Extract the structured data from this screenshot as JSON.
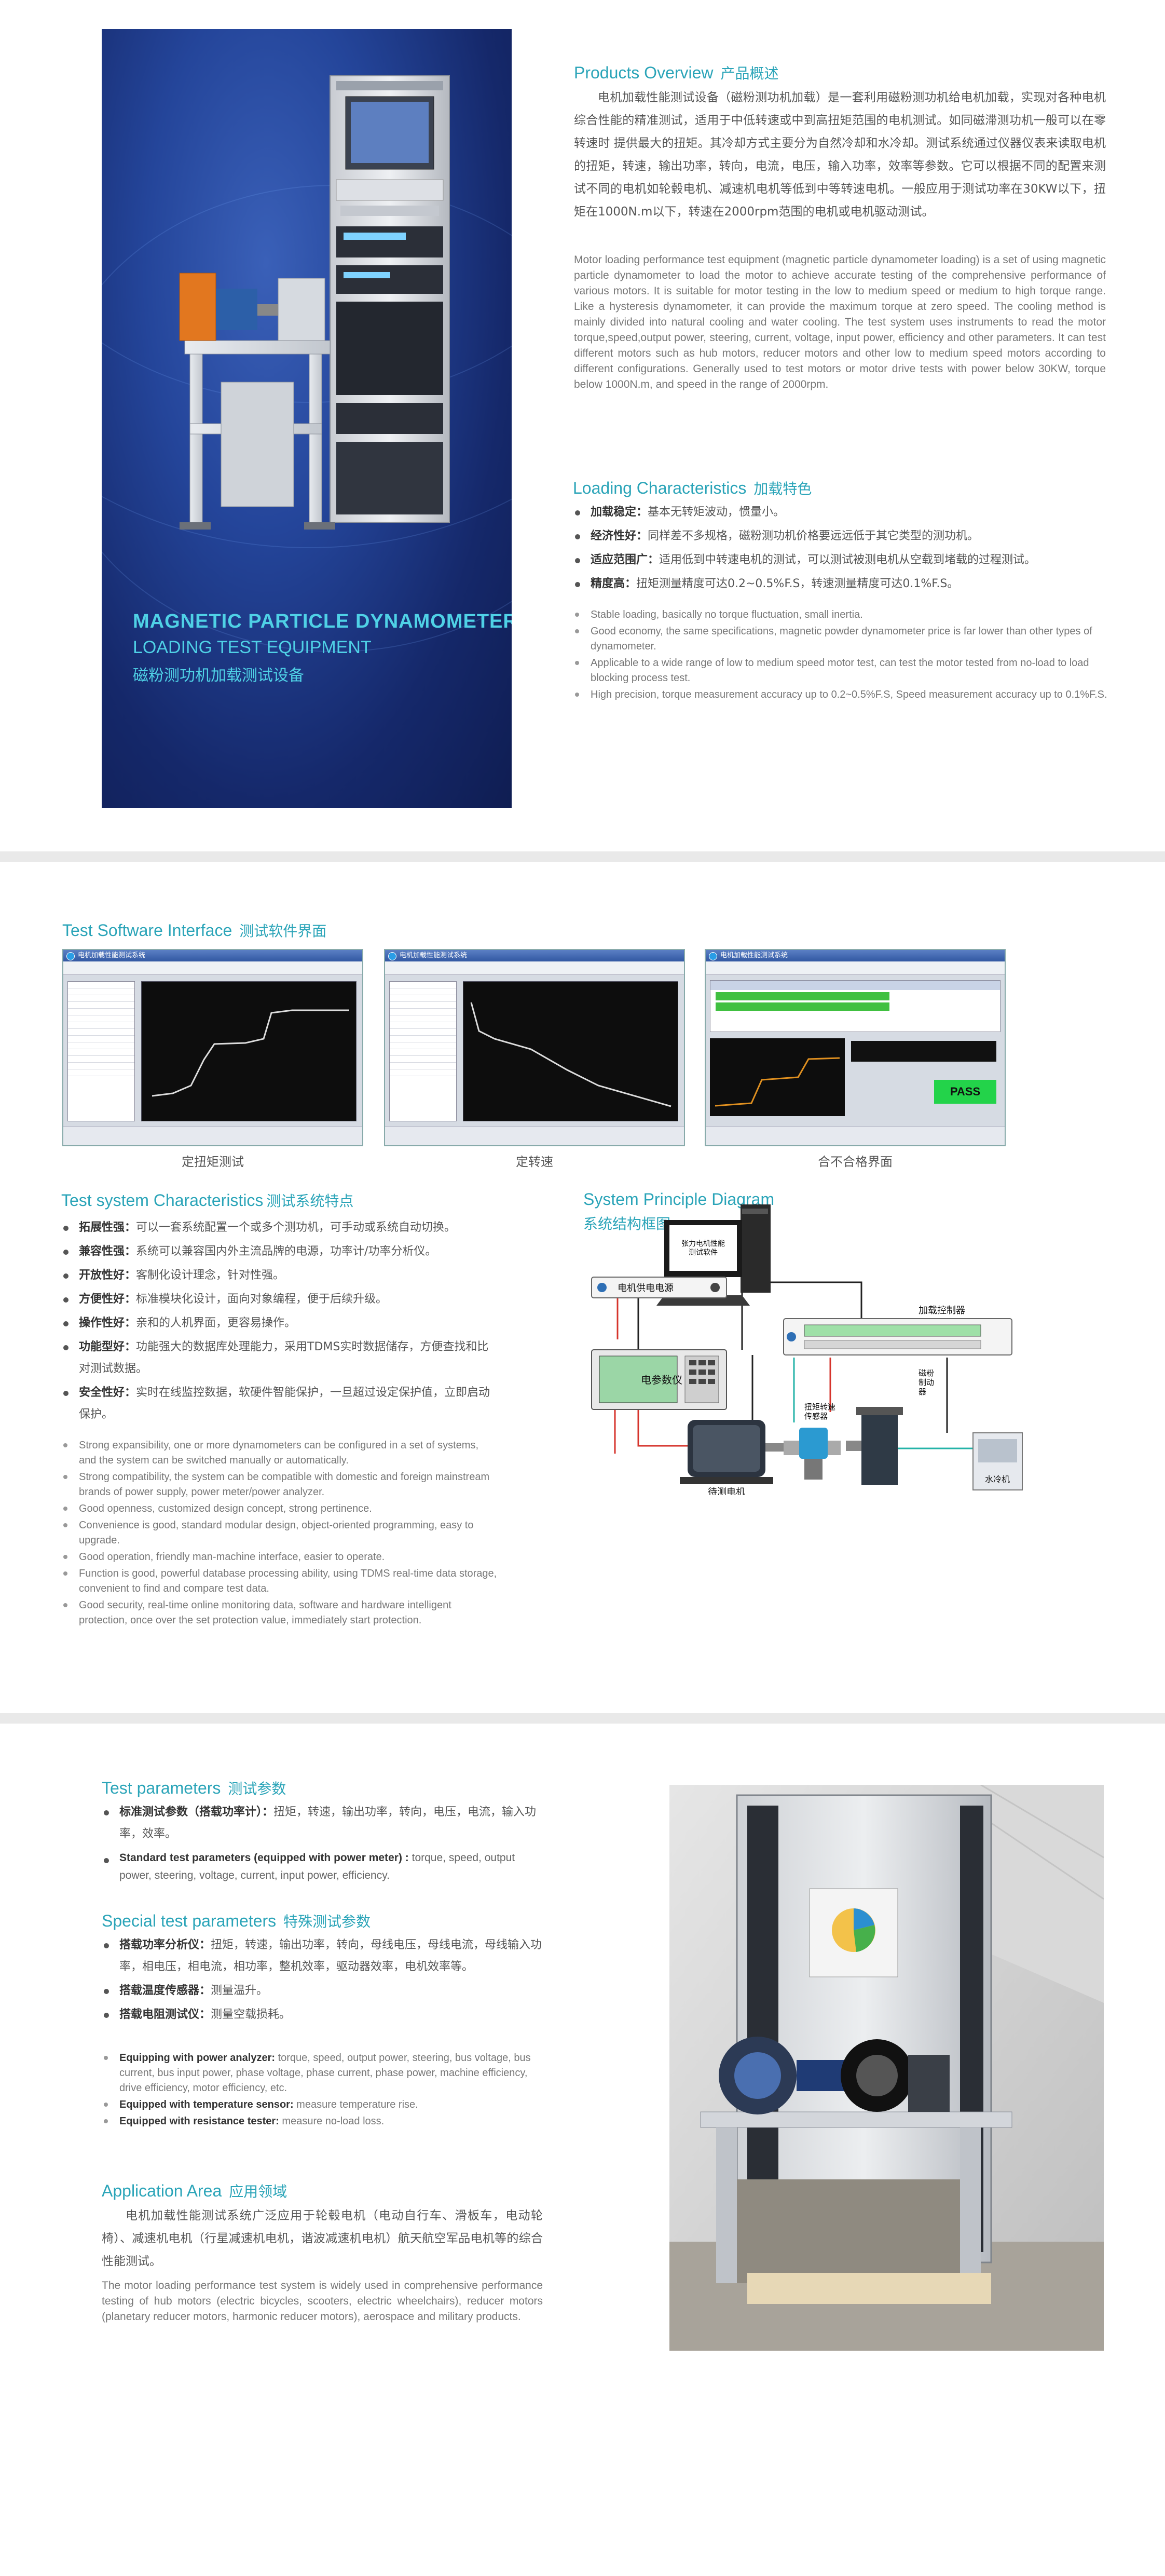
{
  "page1": {
    "hero": {
      "title": "MAGNETIC PARTICLE  DYNAMOMETER",
      "subtitle": "LOADING TEST EQUIPMENT",
      "title_cn": "磁粉测功机加载测试设备"
    },
    "overview": {
      "title_en": "Products Overview",
      "title_cn": "产品概述",
      "cn_text": "电机加载性能测试设备（磁粉测功机加载）是一套利用磁粉测功机给电机加载，实现对各种电机综合性能的精准测试，适用于中低转速或中到高扭矩范围的电机测试。如同磁滞测功机一般可以在零转速时 提供最大的扭矩。其冷却方式主要分为自然冷却和水冷却。测试系统通过仪器仪表来读取电机的扭矩，转速，输出功率，转向，电流，电压，输入功率，效率等参数。它可以根据不同的配置来测试不同的电机如轮毂电机、减速机电机等低到中等转速电机。一般应用于测试功率在30KW以下，扭矩在1000N.m以下，转速在2000rpm范围的电机或电机驱动测试。",
      "en_text": "Motor loading performance test equipment (magnetic particle dynamometer loading) is a set of using magnetic particle dynamometer to load the motor to achieve accurate testing of the comprehensive performance of various motors. It is suitable for motor testing in the low to medium speed or medium to high torque range. Like a hysteresis dynamometer, it can provide the maximum torque at zero speed. The cooling method is mainly divided into natural cooling and water cooling. The test system uses instruments to read the motor torque,speed,output power, steering, current, voltage, input power, efficiency and other parameters. It can test different motors such as hub motors, reducer motors and other low to medium speed motors according to different configurations. Generally used to test motors or motor drive tests with power below 30KW, torque below 1000N.m, and speed in the range of 2000rpm."
    },
    "loading": {
      "title_en": "Loading Characteristics",
      "title_cn": "加载特色",
      "cn_items": [
        {
          "term": "加载稳定：",
          "text": "基本无转矩波动，惯量小。"
        },
        {
          "term": "经济性好：",
          "text": "同样差不多规格，磁粉测功机价格要远远低于其它类型的测功机。"
        },
        {
          "term": "适应范围广：",
          "text": "适用低到中转速电机的测试，可以测试被测电机从空载到堵载的过程测试。"
        },
        {
          "term": "精度高：",
          "text": "扭矩测量精度可达0.2~0.5%F.S，转速测量精度可达0.1%F.S。"
        }
      ],
      "en_items": [
        "Stable loading, basically no torque fluctuation, small inertia.",
        "Good economy, the same specifications, magnetic powder dynamometer price is far lower than other types of dynamometer.",
        "Applicable to a wide range of low to medium speed motor test, can test the motor tested from no-load to load blocking process test.",
        "High precision, torque measurement accuracy up to 0.2~0.5%F.S, Speed measurement accuracy up to 0.1%F.S."
      ]
    }
  },
  "page2": {
    "software": {
      "title_en": "Test Software Interface",
      "title_cn": "测试软件界面",
      "window_title": "电机加载性能测试系统",
      "captions": [
        "定扭矩测试",
        "定转速",
        "合不合格界面"
      ],
      "pass_label": "PASS"
    },
    "characteristics": {
      "title_en": "Test system Characteristics",
      "title_cn": "测试系统特点",
      "cn_items": [
        {
          "term": "拓展性强：",
          "text": "可以一套系统配置一个或多个测功机，可手动或系统自动切换。"
        },
        {
          "term": "兼容性强：",
          "text": "系统可以兼容国内外主流品牌的电源，功率计/功率分析仪。"
        },
        {
          "term": "开放性好：",
          "text": "客制化设计理念，针对性强。"
        },
        {
          "term": "方便性好：",
          "text": "标准模块化设计，面向对象编程，便于后续升级。"
        },
        {
          "term": "操作性好：",
          "text": "亲和的人机界面，更容易操作。"
        },
        {
          "term": "功能型好：",
          "text": "功能强大的数据库处理能力，采用TDMS实时数据储存，方便查找和比对测试数据。"
        },
        {
          "term": "安全性好：",
          "text": "实时在线监控数据，软硬件智能保护，一旦超过设定保护值，立即启动保护。"
        }
      ],
      "en_items": [
        "Strong expansibility, one or more dynamometers can be configured in a set of systems, and the system can be switched manually or automatically.",
        "Strong compatibility, the system can be compatible with domestic and foreign mainstream brands of power supply, power meter/power analyzer.",
        "Good openness, customized design concept, strong pertinence.",
        "Convenience is good, standard modular design, object-oriented programming, easy to upgrade.",
        "Good operation, friendly man-machine interface, easier to operate.",
        "Function is good, powerful database processing ability, using TDMS real-time data storage, convenient to find and compare test data.",
        "Good security, real-time online monitoring data, software and hardware intelligent protection, once over the set protection value, immediately start protection."
      ]
    },
    "principle": {
      "title_en": "System Principle Diagram",
      "title_cn": "系统结构框图",
      "computer": "张力电机性能测试软件",
      "power_supply": "电机供电电源",
      "load_controller": "加载控制器",
      "analyzer": "电参数仪",
      "sensor": "扭矩转速传感器",
      "brake": "磁粉制动器",
      "motor": "待测电机",
      "chiller": "水冷机"
    }
  },
  "page3": {
    "test_params": {
      "title_en": "Test parameters",
      "title_cn": "测试参数",
      "items": [
        {
          "term": "标准测试参数（搭载功率计）：",
          "text": "扭矩，转速，输出功率，转向，电压，电流，输入功率，效率。"
        },
        {
          "term": "Standard test parameters (equipped with power meter) :",
          "text": "torque, speed, output power, steering, voltage, current, input power, efficiency."
        }
      ]
    },
    "special_params": {
      "title_en": "Special test parameters",
      "title_cn": "特殊测试参数",
      "cn_items": [
        {
          "term": "搭载功率分析仪：",
          "text": "扭矩，转速，输出功率，转向，母线电压，母线电流，母线输入功率，相电压，相电流，相功率，整机效率，驱动器效率，电机效率等。"
        },
        {
          "term": "搭载温度传感器：",
          "text": "测量温升。"
        },
        {
          "term": "搭载电阻测试仪：",
          "text": "测量空载损耗。"
        }
      ],
      "en_items": [
        {
          "term": "Equipping with power analyzer:",
          "text": "torque, speed, output power, steering, bus voltage, bus current, bus input power, phase voltage, phase current, phase power, machine efficiency, drive efficiency, motor efficiency, etc."
        },
        {
          "term": "Equipped with temperature sensor:",
          "text": "measure temperature rise."
        },
        {
          "term": "Equipped with resistance tester:",
          "text": "measure no-load loss."
        }
      ]
    },
    "application": {
      "title_en": "Application Area",
      "title_cn": "应用领域",
      "cn_text": "电机加载性能测试系统广泛应用于轮毂电机（电动自行车、滑板车，电动轮椅）、减速机电机（行星减速机电机，谐波减速机电机）航天航空军品电机等的综合性能测试。",
      "en_text": "The motor loading performance test system is widely used in comprehensive performance testing of hub motors (electric bicycles, scooters, electric wheelchairs), reducer motors (planetary reducer motors, harmonic reducer motors), aerospace and military products."
    }
  },
  "colors": {
    "accent": "#2aa4b8",
    "hero_text": "#4fd1e6",
    "hero_bg": "#1b3580",
    "body_text": "#555555",
    "english_text": "#777777"
  }
}
